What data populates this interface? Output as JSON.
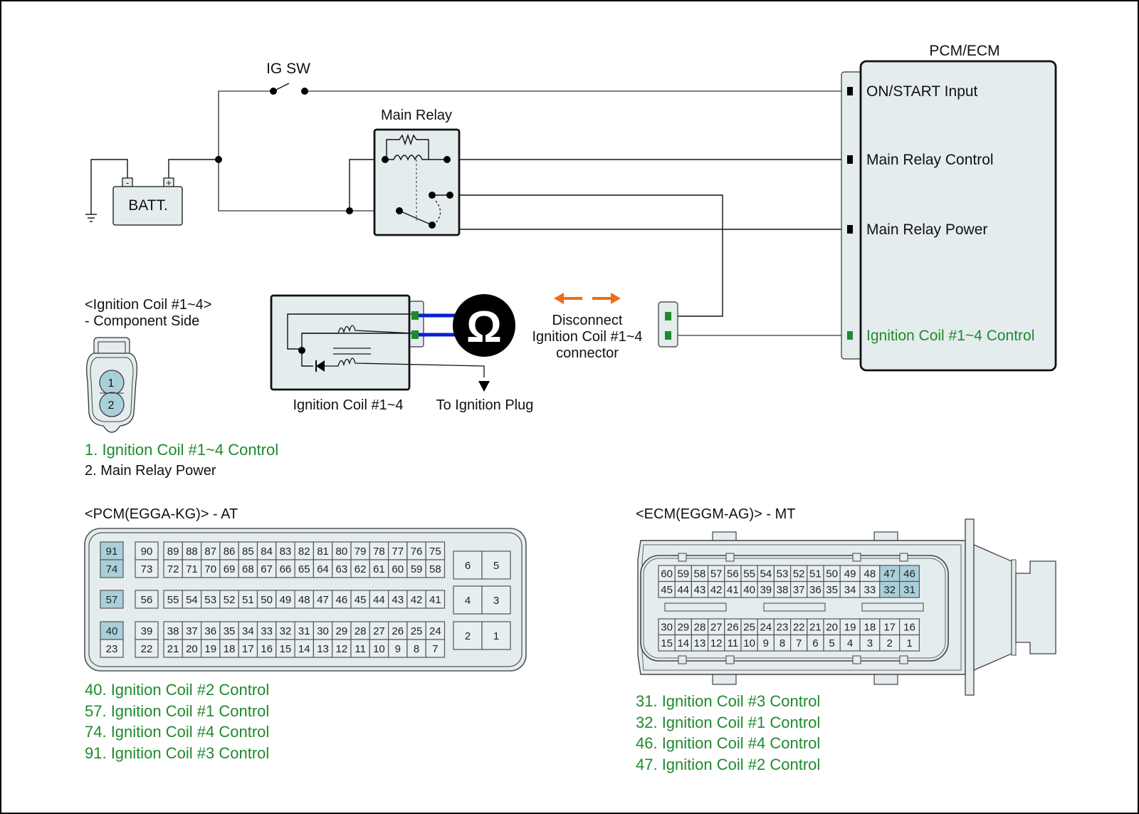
{
  "colors": {
    "component_fill": "#e4ecee",
    "highlight_pin": "#a9d0da",
    "signal_green": "#1f8a2c",
    "probe_blue": "#0a1fd6",
    "arrow_orange": "#f26a1b",
    "meter_black": "#000000"
  },
  "circuit": {
    "ig_switch_label": "IG SW",
    "main_relay_label": "Main Relay",
    "battery_label": "BATT.",
    "battery_neg": "-",
    "battery_pos": "+",
    "module_title": "PCM/ECM",
    "module_pins": [
      {
        "label": "ON/START Input",
        "highlight": false
      },
      {
        "label": "Main Relay Control",
        "highlight": false
      },
      {
        "label": "Main Relay Power",
        "highlight": false
      },
      {
        "label": "Ignition Coil #1~4 Control",
        "highlight": true
      }
    ],
    "coil_label": "Ignition Coil #1~4",
    "plug_label": "To Ignition Plug",
    "meter_symbol": "Ω",
    "disconnect_lines": [
      "Disconnect",
      "Ignition Coil #1~4",
      "connector"
    ]
  },
  "coil_connector": {
    "title_lines": [
      "<Ignition Coil #1~4>",
      "- Component Side"
    ],
    "pins": [
      "1",
      "2"
    ],
    "legend": [
      {
        "text": "1. Ignition Coil #1~4 Control",
        "highlight": true
      },
      {
        "text": "2. Main Relay Power",
        "highlight": false
      }
    ]
  },
  "pcm_connector": {
    "title": "<PCM(EGGA-KG)> - AT",
    "highlighted_pins": [
      "91",
      "74",
      "57",
      "40"
    ],
    "block_a": {
      "rows": [
        [
          "91",
          "90",
          "89",
          "88",
          "87",
          "86",
          "85",
          "84",
          "83",
          "82",
          "81",
          "80",
          "79",
          "78",
          "77",
          "76",
          "75"
        ],
        [
          "74",
          "73",
          "72",
          "71",
          "70",
          "69",
          "68",
          "67",
          "66",
          "65",
          "64",
          "63",
          "62",
          "61",
          "60",
          "59",
          "58"
        ]
      ]
    },
    "block_b": {
      "rows": [
        [
          "57",
          "56",
          "55",
          "54",
          "53",
          "52",
          "51",
          "50",
          "49",
          "48",
          "47",
          "46",
          "45",
          "44",
          "43",
          "42",
          "41"
        ]
      ]
    },
    "block_c": {
      "rows": [
        [
          "40",
          "39",
          "38",
          "37",
          "36",
          "35",
          "34",
          "33",
          "32",
          "31",
          "30",
          "29",
          "28",
          "27",
          "26",
          "25",
          "24"
        ],
        [
          "23",
          "22",
          "21",
          "20",
          "19",
          "18",
          "17",
          "16",
          "15",
          "14",
          "13",
          "12",
          "11",
          "10",
          "9",
          "8",
          "7"
        ]
      ]
    },
    "power_pins": [
      [
        "6",
        "5"
      ],
      [
        "4",
        "3"
      ],
      [
        "2",
        "1"
      ]
    ],
    "legend": [
      "40. Ignition Coil #2 Control",
      "57. Ignition Coil #1 Control",
      "74. Ignition Coil #4 Control",
      "91. Ignition Coil #3 Control"
    ]
  },
  "ecm_connector": {
    "title": "<ECM(EGGM-AG)> - MT",
    "highlighted_pins": [
      "47",
      "46",
      "32",
      "31"
    ],
    "upper_rows": [
      [
        "60",
        "59",
        "58",
        "57",
        "56",
        "55",
        "54",
        "53",
        "52",
        "51",
        "50",
        "49",
        "48",
        "47",
        "46"
      ],
      [
        "45",
        "44",
        "43",
        "42",
        "41",
        "40",
        "39",
        "38",
        "37",
        "36",
        "35",
        "34",
        "33",
        "32",
        "31"
      ]
    ],
    "lower_rows": [
      [
        "30",
        "29",
        "28",
        "27",
        "26",
        "25",
        "24",
        "23",
        "22",
        "21",
        "20",
        "19",
        "18",
        "17",
        "16"
      ],
      [
        "15",
        "14",
        "13",
        "12",
        "11",
        "10",
        "9",
        "8",
        "7",
        "6",
        "5",
        "4",
        "3",
        "2",
        "1"
      ]
    ],
    "legend": [
      "31. Ignition Coil #3 Control",
      "32. Ignition Coil #1 Control",
      "46. Ignition Coil #4 Control",
      "47. Ignition Coil #2 Control"
    ]
  }
}
